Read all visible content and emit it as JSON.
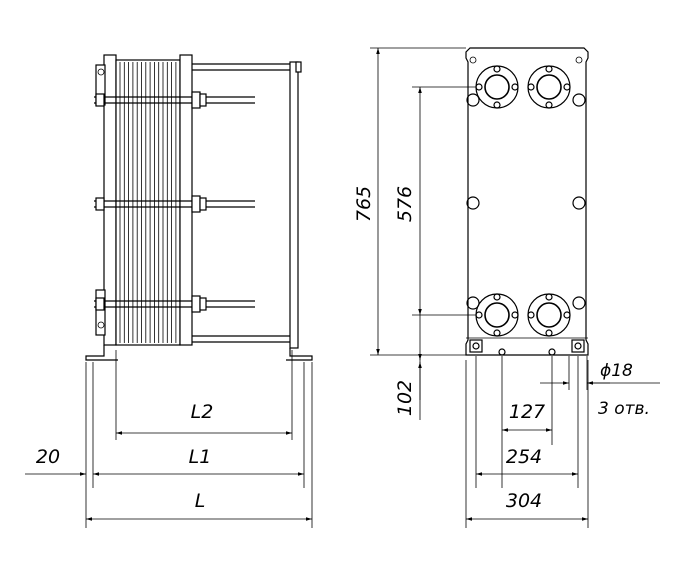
{
  "dimensions": {
    "L": "L",
    "L1": "L1",
    "L2": "L2",
    "gap": "20",
    "height_total": "765",
    "height_ports": "576",
    "bottom_offset": "102",
    "width_total": "304",
    "base_span": "254",
    "base_half": "127",
    "hole_dia": "ϕ18",
    "hole_count": "3 отв."
  }
}
